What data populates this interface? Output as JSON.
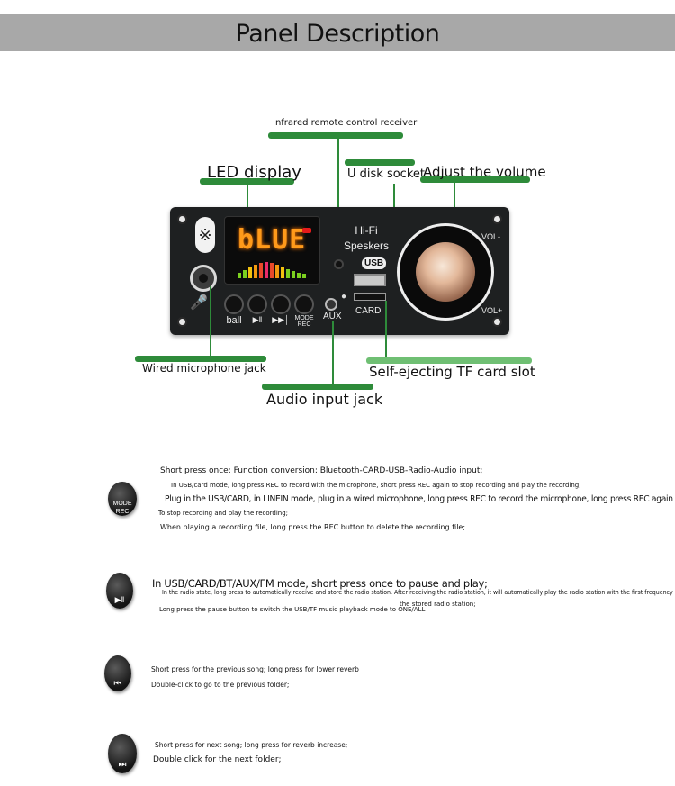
{
  "header": {
    "title": "Panel Description"
  },
  "callouts": {
    "infrared": "Infrared remote control receiver",
    "led": "LED display",
    "udisk": "U disk socket",
    "volume": "Adjust the volume",
    "mic_jack": "Wired microphone jack",
    "tf_slot": "Self-ejecting TF card slot",
    "audio_jack": "Audio input jack"
  },
  "panel": {
    "led_text": "bLUE",
    "hifi_line1": "Hi-Fi",
    "hifi_line2": "Speskers",
    "usb_label": "USB",
    "card_label": "CARD",
    "aux_label": "AUX",
    "vol_minus": "VOL-",
    "vol_plus": "VOL+",
    "buttons": [
      "ball",
      "▶‖",
      "▶▶│",
      "MODE REC"
    ]
  },
  "descriptions": {
    "mode_rec": {
      "icon_label": "MODE REC",
      "lines": [
        "Short press once: Function conversion: Bluetooth-CARD-USB-Radio-Audio input;",
        "In USB/card mode, long press REC to record with the microphone, short press REC again to stop recording and play the recording;",
        "Plug in the USB/CARD, in LINEIN mode, plug in a wired microphone, long press REC to record the microphone, long press REC again",
        "To stop recording and play the recording;",
        "When playing a recording file, long press the REC button to delete the recording file;"
      ]
    },
    "play_pause": {
      "icon_label": "▶‖",
      "lines": [
        "In USB/CARD/BT/AUX/FM mode, short press once to pause and play;",
        "In the radio state, long press to automatically receive and store the radio station. After receiving the radio station, it will automatically play the radio station with the first frequency",
        "the stored radio station;",
        "Long press the pause button to switch the USB/TF music playback mode to ONE/ALL"
      ]
    },
    "previous": {
      "icon_label": "⏮",
      "lines": [
        "Short press for the previous song; long press for lower reverb",
        "Double-click to go to the previous folder;"
      ]
    },
    "next": {
      "icon_label": "⏭",
      "lines": [
        "Short press for next song; long press for reverb increase;",
        "Double click for the next folder;"
      ]
    }
  }
}
